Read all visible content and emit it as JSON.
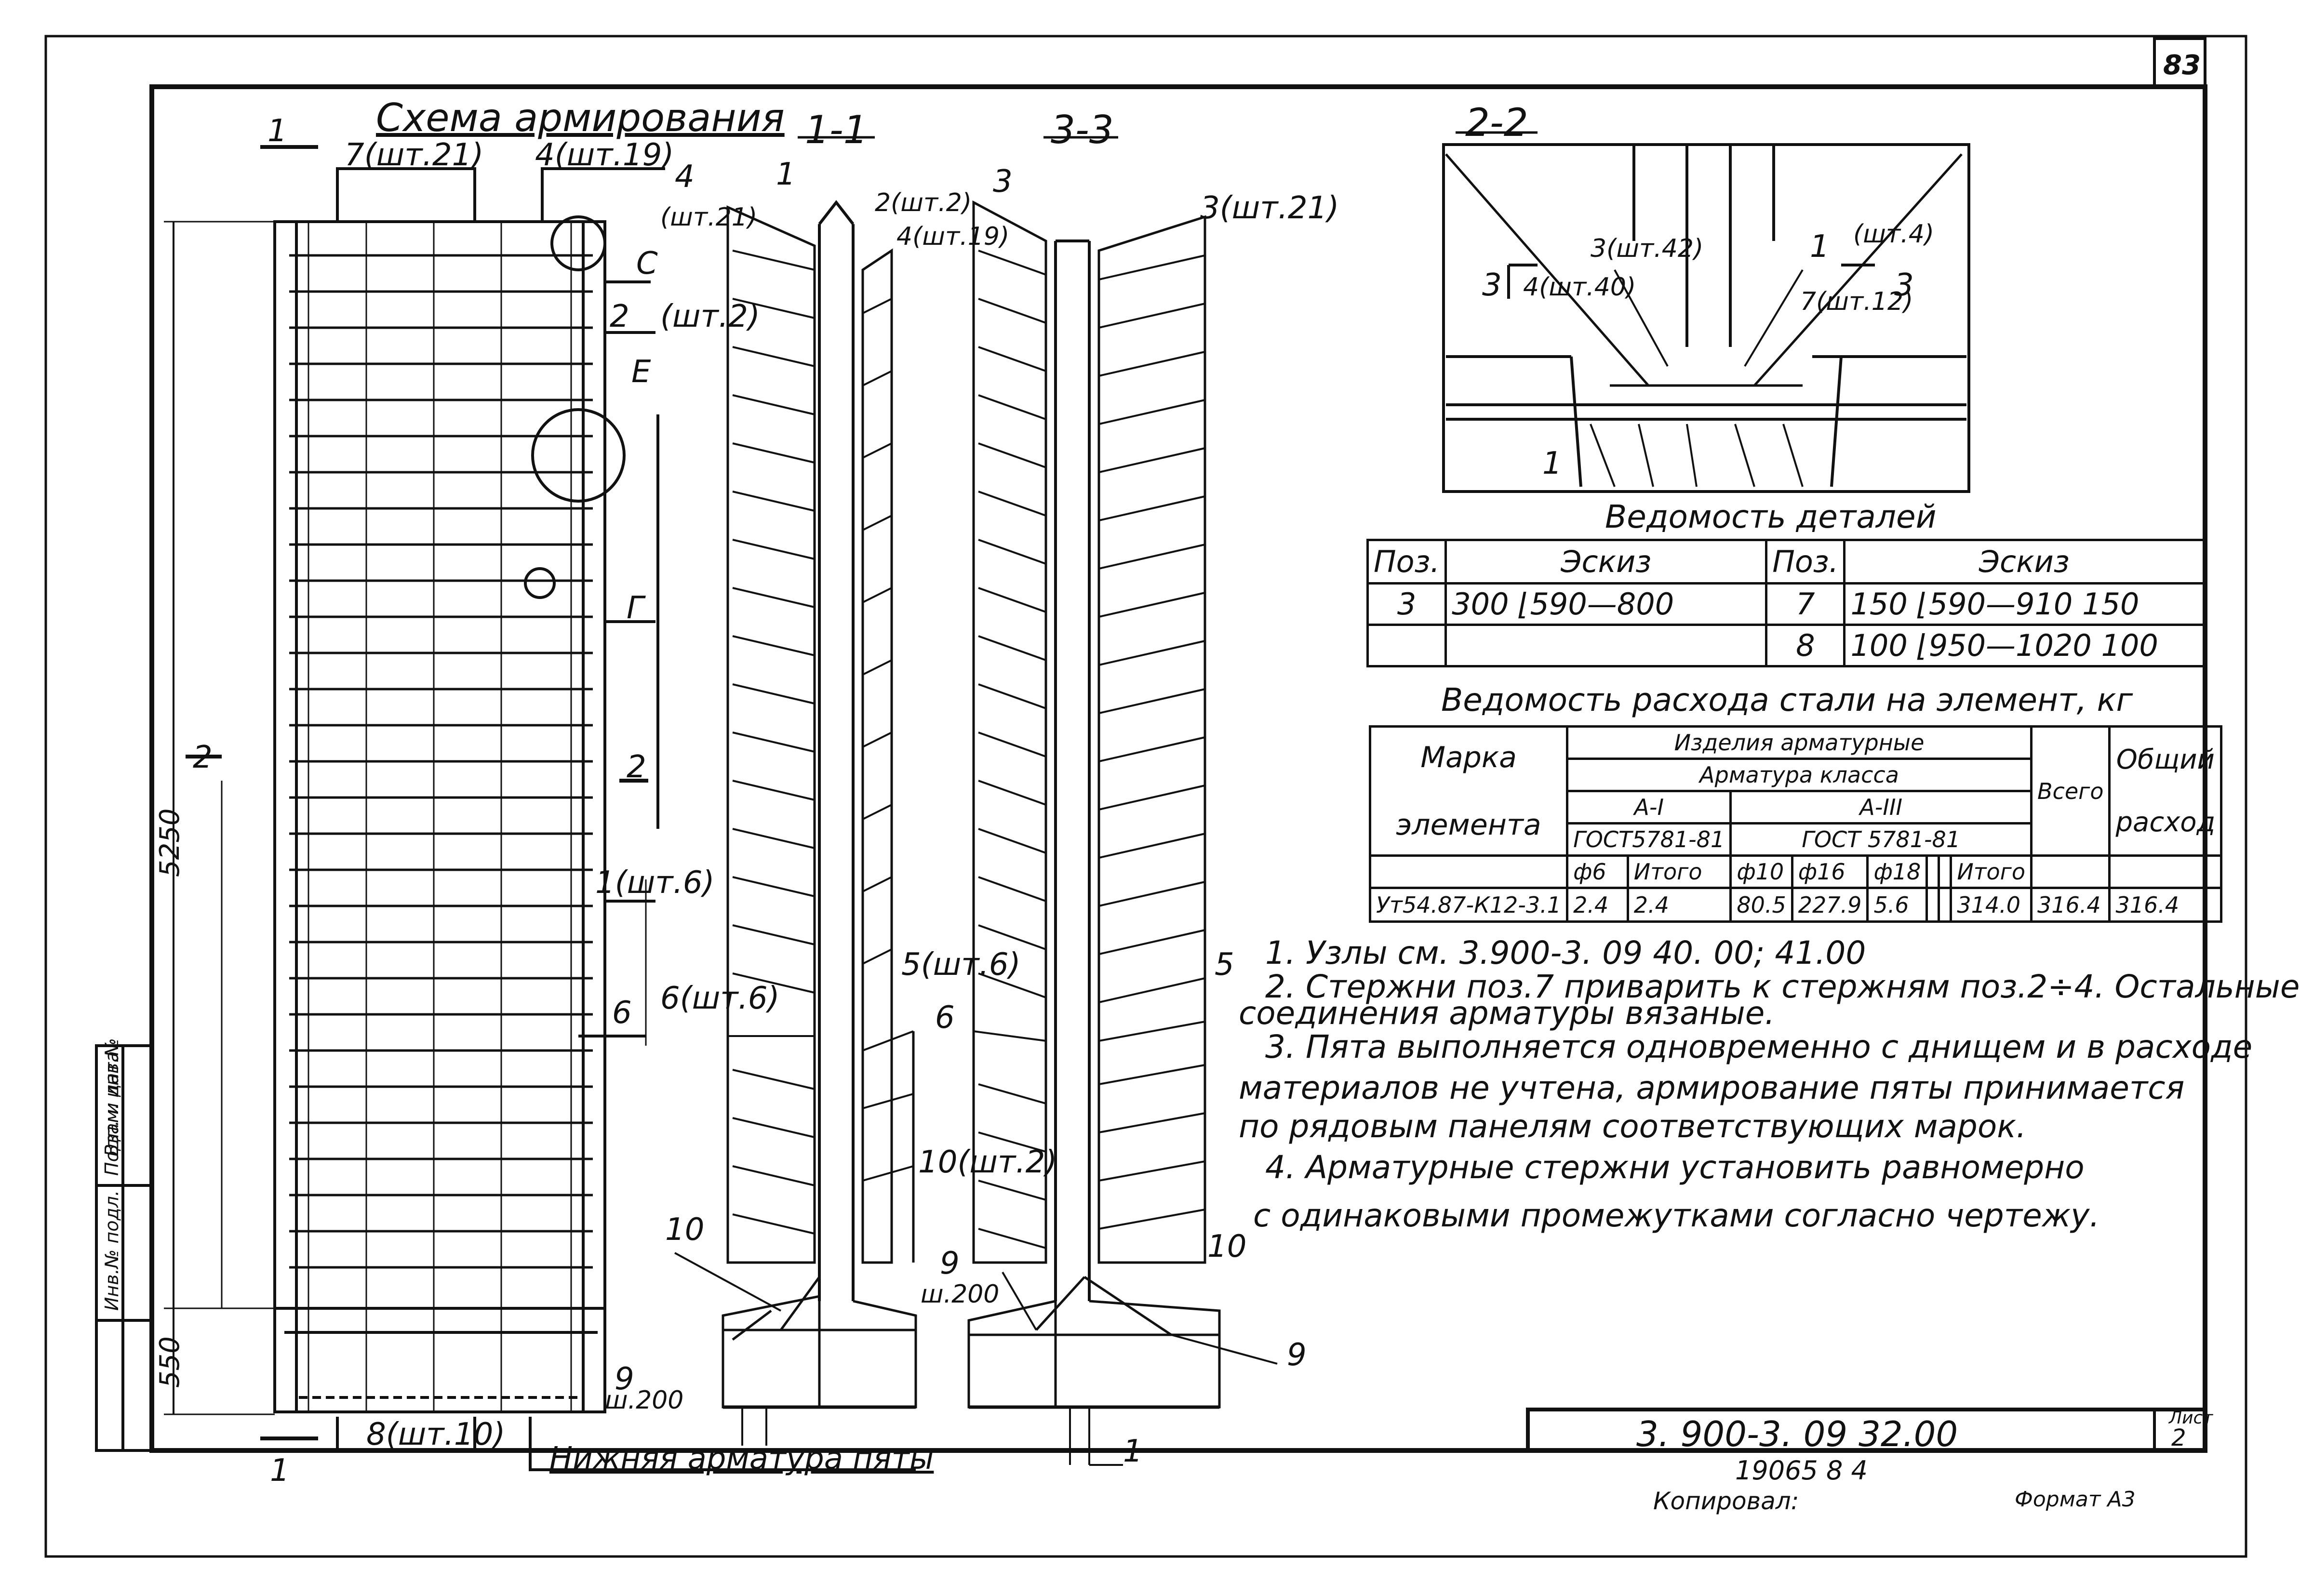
{
  "sheet": {
    "sheet_number": "83",
    "list_label": "Лист",
    "list_number": "2",
    "drawing_code": "3. 900-3. 09 32.00",
    "inventory": "19065 8 4",
    "copied": "Копировал:",
    "format": "Формат А3"
  },
  "scheme": {
    "title": "Схема армирования",
    "top_left_bar": "7(шт.21)",
    "top_right_bar": "4(шт.19)",
    "bottom_bar": "8(шт.10)",
    "bottom_caption": "Нижняя арматура пяты",
    "dim_total": "5250",
    "dim_bottom": "550",
    "label_c": "С",
    "label_e": "Е",
    "label_g": "Г",
    "label_2": "2",
    "label_2_count": "(шт.2)",
    "label_1_count": "1(шт.6)",
    "label_6": "6",
    "section_1": "1",
    "section_2": "2",
    "bottom_9": "9",
    "bottom_9_pitch": "ш.200"
  },
  "section_1_1": {
    "title": "1-1",
    "label_1": "1",
    "label_4_21": "4",
    "label_4_21b": "(шт.21)",
    "label_2_2": "2(шт.2)",
    "label_4_19": "4(шт.19)",
    "label_6_6": "6(шт.6)",
    "label_10": "10",
    "label_9": "9",
    "label_9_pitch": "ш.200"
  },
  "section_3_3": {
    "title": "3-3",
    "label_3": "3",
    "label_3_21": "3(шт.21)",
    "label_5_6": "5(шт.6)",
    "label_6": "6",
    "label_5": "5",
    "label_10_2": "10(шт.2)",
    "label_9": "9",
    "label_9_pitch": "ш.200",
    "label_10": "10",
    "label_9b": "9",
    "label_1": "1"
  },
  "section_2_2": {
    "title": "2-2",
    "label_3_42": "3(шт.42)",
    "label_4_40": "4(шт.40)",
    "label_1_4": "1",
    "label_1_4b": "(шт.4)",
    "label_7_12": "7(шт.12)",
    "label_3": "3",
    "label_1": "1"
  },
  "details": {
    "title": "Ведомость деталей",
    "headers": [
      "Поз.",
      "Эскиз",
      "Поз.",
      "Эскиз"
    ],
    "rows": [
      {
        "pos1": "3",
        "sketch1": "300 ⌊590—800",
        "pos2": "7",
        "sketch2": "150 ⌊590—910 150"
      },
      {
        "pos1": "",
        "sketch1": "",
        "pos2": "8",
        "sketch2": "100 ⌊950—1020 100"
      }
    ]
  },
  "steel": {
    "title": "Ведомость расхода стали на элемент, кг",
    "mark_header": "Марка",
    "element_header": "элемента",
    "products_header": "Изделия арматурные",
    "class_header": "Арматура класса",
    "class1": "А-I",
    "class2": "А-III",
    "gost1": "ГОСТ5781-81",
    "gost2": "ГОСТ 5781-81",
    "d6": "ф6",
    "itogo1": "Итого",
    "d10": "ф10",
    "d16": "ф16",
    "d18": "ф18",
    "itogo2": "Итого",
    "total_header": "Всего",
    "common_header1": "Общий",
    "common_header2": "расход",
    "row": {
      "mark": "Ут54.87-К12-3.1",
      "v6": "2.4",
      "it1": "2.4",
      "v10": "80.5",
      "v16": "227.9",
      "v18": "5.6",
      "it2": "314.0",
      "total": "316.4",
      "common": "316.4"
    }
  },
  "notes": [
    "1. Узлы см. 3.900-3. 09 40. 00; 41.00",
    "2. Стержни поз.7 приварить к стержням поз.2÷4. Остальные",
    "соединения арматуры вязаные.",
    "3. Пята выполняется одновременно с днищем и в расходе",
    "материалов не учтена, армирование пяты принимается",
    "по рядовым панелям соответствующих марок.",
    "4. Арматурные стержни установить равномерно",
    "с одинаковыми промежутками согласно чертежу."
  ],
  "margin": {
    "inv_orig": "Инв.№ подл.",
    "sign_date": "Подп. и дата",
    "inv_dup": "Взам. инв.№"
  }
}
